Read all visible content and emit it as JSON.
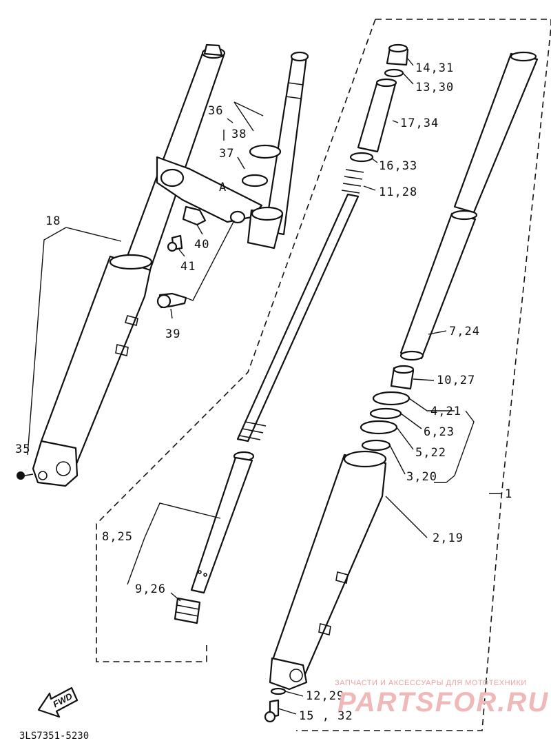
{
  "diagram_code": "3LS7351-5230",
  "direction_arrow": "FWD",
  "bracket_letter": "A",
  "watermark": {
    "tagline": "ЗАПЧАСТИ И АКСЕССУАРЫ ДЛЯ МОТОТЕХНИКИ",
    "brand": "PARTSFOR.RU"
  },
  "callouts": [
    {
      "id": "c-14-31",
      "text": "14,31"
    },
    {
      "id": "c-13-30",
      "text": "13,30"
    },
    {
      "id": "c-17-34",
      "text": "17,34"
    },
    {
      "id": "c-16-33",
      "text": "16,33"
    },
    {
      "id": "c-11-28",
      "text": "11,28"
    },
    {
      "id": "c-7-24",
      "text": "7,24"
    },
    {
      "id": "c-10-27",
      "text": "10,27"
    },
    {
      "id": "c-4-21",
      "text": "4,21"
    },
    {
      "id": "c-6-23",
      "text": "6,23"
    },
    {
      "id": "c-5-22",
      "text": "5,22"
    },
    {
      "id": "c-3-20",
      "text": "3,20"
    },
    {
      "id": "c-1",
      "text": "1"
    },
    {
      "id": "c-2-19",
      "text": "2,19"
    },
    {
      "id": "c-8-25",
      "text": "8,25"
    },
    {
      "id": "c-9-26",
      "text": "9,26"
    },
    {
      "id": "c-12-29",
      "text": "12,29"
    },
    {
      "id": "c-15-32",
      "text": "15 , 32"
    },
    {
      "id": "c-36",
      "text": "36"
    },
    {
      "id": "c-38",
      "text": "38"
    },
    {
      "id": "c-37",
      "text": "37"
    },
    {
      "id": "c-18",
      "text": "18"
    },
    {
      "id": "c-40",
      "text": "40"
    },
    {
      "id": "c-41",
      "text": "41"
    },
    {
      "id": "c-39",
      "text": "39"
    },
    {
      "id": "c-35",
      "text": "35"
    }
  ]
}
